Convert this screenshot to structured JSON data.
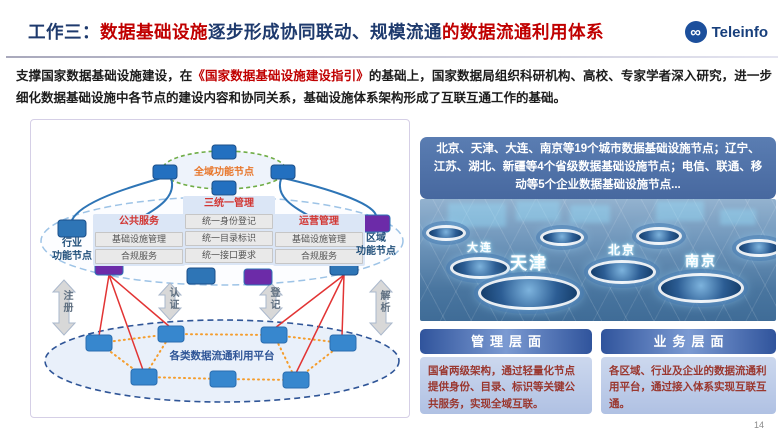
{
  "colors": {
    "title_navy": "#1e3a6d",
    "highlight_red": "#c00000",
    "node_blue": "#2e75b6",
    "node_purple": "#6c2ba8",
    "accent_orange": "#e8762a",
    "panel_blue": "#47689f",
    "body_red": "#9a372f"
  },
  "header": {
    "title_part1": "工作三：",
    "title_part2": "数据基础设施",
    "title_part3": "逐步形成协同联动、规模流通",
    "title_part4": "的数据流通利用体系",
    "logo_glyph": "∞",
    "logo_text": "Teleinfo"
  },
  "intro": {
    "pre": "支撑国家数据基础设施建设，在",
    "highlight": "《国家数据基础设施建设指引》",
    "post": "的基础上，国家数据局组织科研机构、高校、专家学者深入研究，进一步细化数据基础设施中各节点的建设内容和协同关系，基础设施体系架构形成了互联互通工作的基础。"
  },
  "diagram": {
    "global_node_label": "全域功能节点",
    "industry_node": {
      "line1": "行业",
      "line2": "功能节点"
    },
    "region_node": {
      "line1": "区域",
      "line2": "功能节点"
    },
    "management_table": {
      "center_header": "三统一管理",
      "center_rows": [
        "统一身份登记",
        "统一目录标识",
        "统一接口要求"
      ],
      "left_header": "公共服务",
      "left_rows": [
        "基础设施管理",
        "合规服务"
      ],
      "right_header": "运营管理",
      "right_rows": [
        "基础设施管理",
        "合规服务"
      ]
    },
    "arrows": [
      "注册",
      "认证",
      "登记",
      "解析"
    ],
    "platform_label": "各类数据流通利用平台"
  },
  "right_panel": {
    "nodes_summary": "北京、天津、大连、南京等19个城市数据基础设施节点；辽宁、江苏、湖北、新疆等4个省级数据基础设施节点；电信、联通、移动等5个企业数据基础设施节点...",
    "image_cities": [
      "大连",
      "天津",
      "北京",
      "南京"
    ],
    "management": {
      "title": "管理层面",
      "body": "国省两级架构，通过轻量化节点提供身份、目录、标识等关键公共服务，实现全域互联。"
    },
    "business": {
      "title": "业务层面",
      "body": "各区域、行业及企业的数据流通利用平台，通过接入体系实现互联互通。"
    }
  },
  "page_number": "14"
}
